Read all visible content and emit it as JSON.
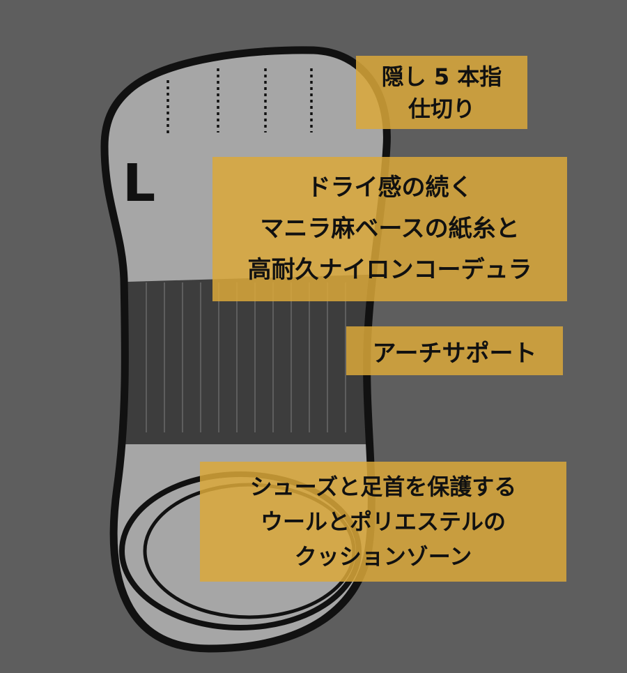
{
  "size_label": "L",
  "callouts": {
    "toe_divider": {
      "lines": [
        "隠し 5 本指",
        "仕切り"
      ]
    },
    "upper_material": {
      "lines": [
        "ドライ感の続く",
        "マニラ麻ベースの紙糸と",
        "高耐久ナイロンコーデュラ"
      ]
    },
    "arch_support": {
      "lines": [
        "アーチサポート"
      ]
    },
    "heel_cushion": {
      "lines": [
        "シューズと足首を保護する",
        "ウールとポリエステルの",
        "クッションゾーン"
      ]
    }
  },
  "colors": {
    "background": "#5e5e5e",
    "sock_fill": "#a6a6a6",
    "sock_outline": "#111111",
    "arch_band": "#3d3d3d",
    "callout": "#daa83a",
    "text": "#111111"
  }
}
